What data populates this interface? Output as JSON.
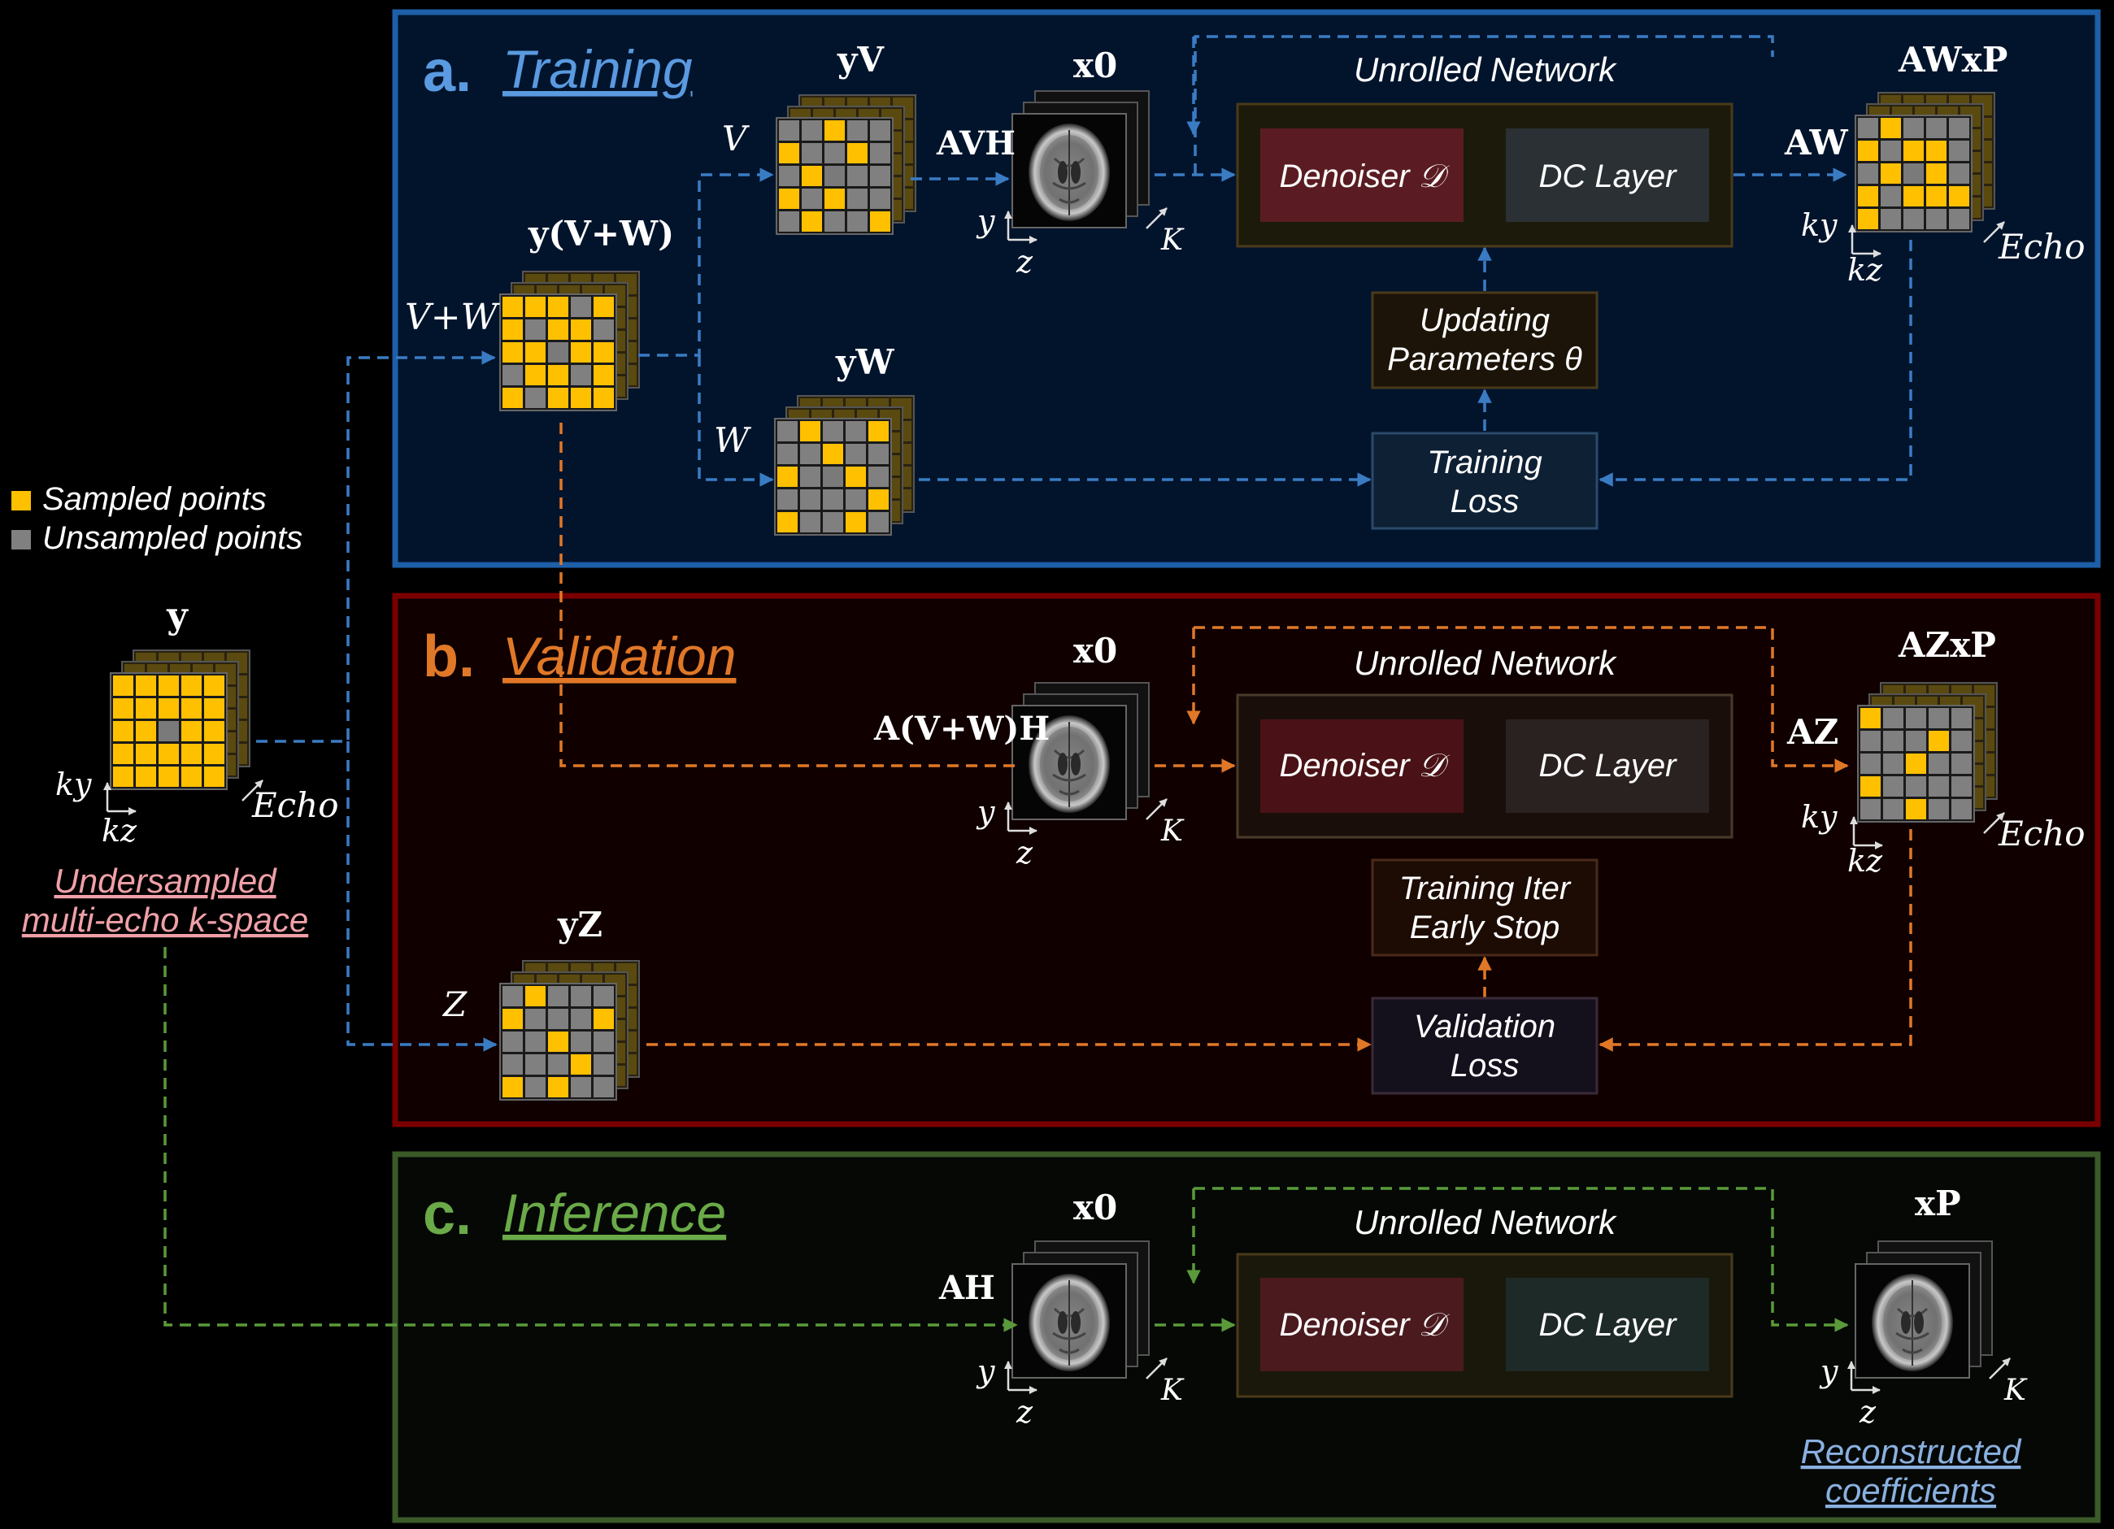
{
  "legend": {
    "sampled": "Sampled points",
    "unsampled": "Unsampled points"
  },
  "input": {
    "y_label": "y",
    "ky_label": "ky",
    "kz_label": "kz",
    "echo_label": "Echo",
    "caption_line1": "Undersampled",
    "caption_line2": "multi-echo k-space"
  },
  "panels": {
    "training": {
      "letter": "a.",
      "title": "Training",
      "yvw_label": "y(V+W)",
      "vw_label": "V+W",
      "yv_label": "yV",
      "v_label": "V",
      "yw_label": "yW",
      "w_label": "W",
      "x0_label": "x0",
      "op_label": "AVH",
      "net_title": "Unrolled Network",
      "denoiser": "Denoiser 𝒟",
      "dc_layer": "DC Layer",
      "aw_label": "AW",
      "output_label": "AWxP",
      "update_line1": "Updating",
      "update_line2": "Parameters θ",
      "loss_line1": "Training",
      "loss_line2": "Loss"
    },
    "validation": {
      "letter": "b.",
      "title": "Validation",
      "x0_label": "x0",
      "op_label": "A(V+W)H",
      "net_title": "Unrolled Network",
      "denoiser": "Denoiser 𝒟",
      "dc_layer": "DC Layer",
      "az_label": "AZ",
      "output_label": "AZxP",
      "stop_line1": "Training Iter",
      "stop_line2": "Early Stop",
      "loss_line1": "Validation",
      "loss_line2": "Loss",
      "yz_label": "yZ",
      "z_label": "Z"
    },
    "inference": {
      "letter": "c.",
      "title": "Inference",
      "x0_label": "x0",
      "op_label": "AH",
      "net_title": "Unrolled Network",
      "denoiser": "Denoiser 𝒟",
      "dc_layer": "DC Layer",
      "output_label": "xP",
      "caption_line1": "Reconstructed",
      "caption_line2": "coefficients"
    }
  },
  "axis_glyphs": {
    "y": "y",
    "z": "z",
    "K": "K",
    "ky": "ky",
    "kz": "kz",
    "echo": "Echo"
  },
  "colors": {
    "training": "#2e6eb4",
    "validation": "#e07828",
    "inference": "#5a9a3a",
    "sampled": "#ffc000",
    "unsampled": "#808080",
    "caption_pink": "#f0a0a8",
    "caption_blue": "#8ab0e0"
  }
}
